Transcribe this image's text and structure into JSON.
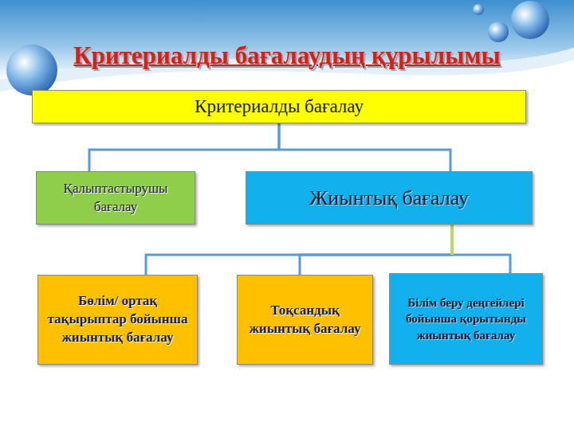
{
  "diagram": {
    "title": "Критериалды бағалаудың құрылымы",
    "nodes": [
      {
        "text": [
          "Критериалды бағалау"
        ]
      },
      {
        "text": [
          "Қалыптастырушы бағалау"
        ]
      },
      {
        "text": [
          "Жиынтық бағалау"
        ]
      },
      {
        "text": [
          "Бөлім/ ортақ тақырыптар бойынша жиынтық бағалау"
        ]
      },
      {
        "text": [
          "Тоқсандық жиынтық бағалау"
        ]
      },
      {
        "text": [
          "Білім беру деңгейлері бойынша қорытынды жиынтық бағалау"
        ]
      }
    ],
    "edges": [
      {
        "from": 0,
        "to": 1,
        "arrow": "none"
      },
      {
        "from": 0,
        "to": 2,
        "arrow": "none"
      },
      {
        "from": 2,
        "to": 3,
        "arrow": "none"
      },
      {
        "from": 2,
        "to": 4,
        "arrow": "none"
      },
      {
        "from": 2,
        "to": 5,
        "arrow": "none"
      }
    ]
  }
}
